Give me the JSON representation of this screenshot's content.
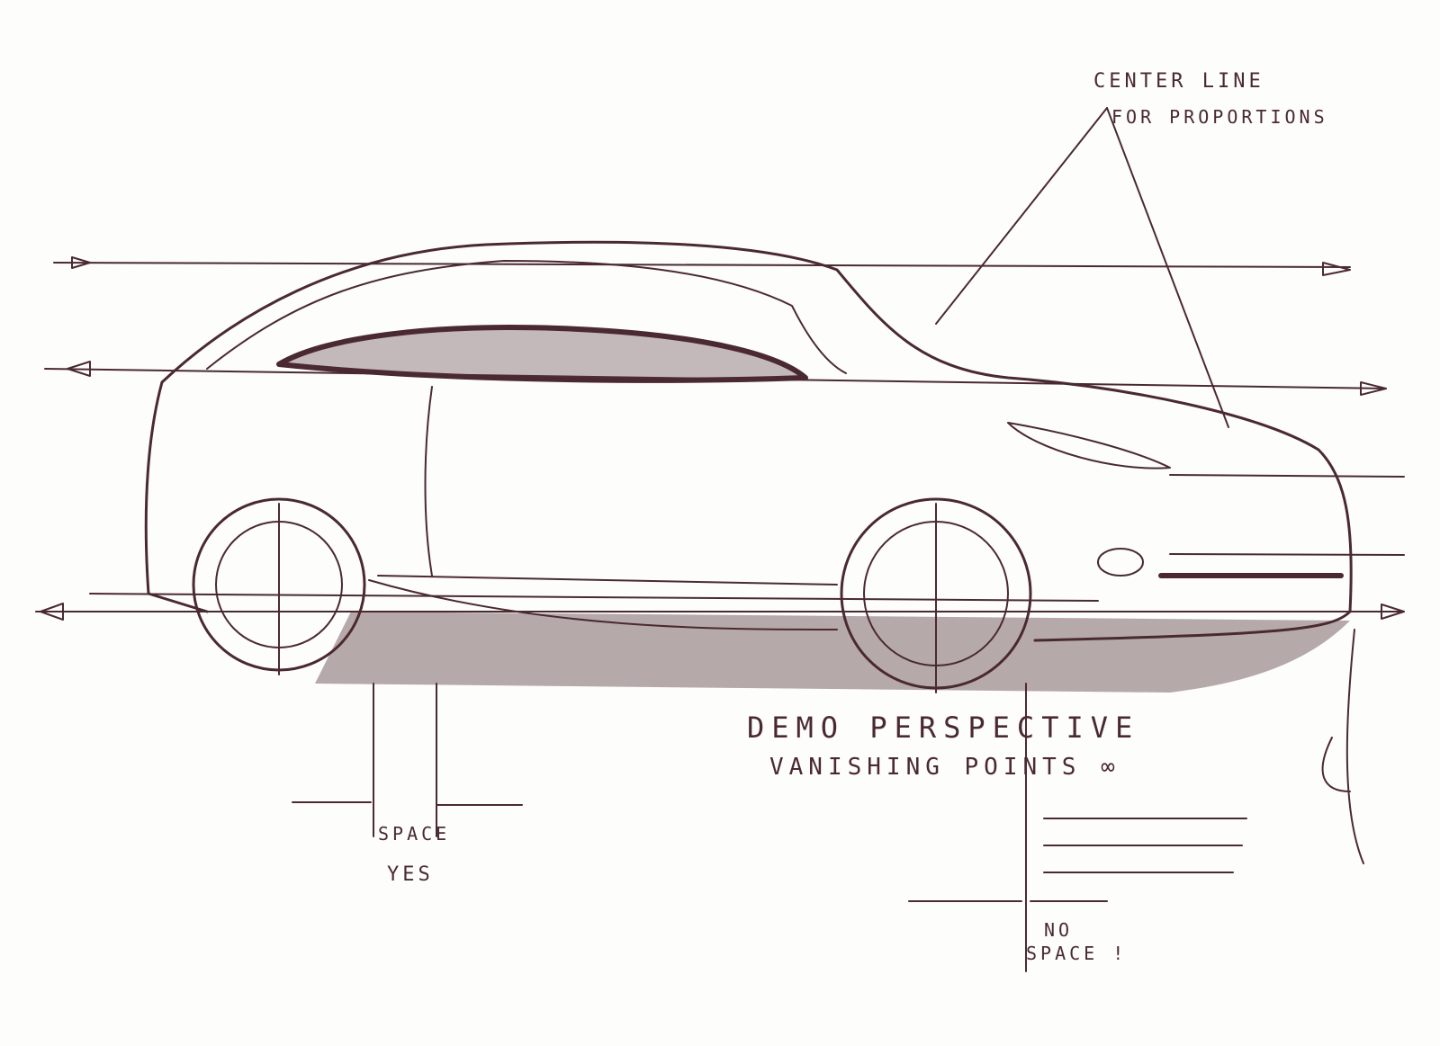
{
  "annotations": {
    "center_line_1": "CENTER LINE",
    "center_line_2": "FOR PROPORTIONS",
    "perspective": "DEMO PERSPECTIVE",
    "vanishing": "VANISHING POINTS ∞",
    "space_yes_1": "SPACE",
    "space_yes_2": "YES",
    "no_space_1": "NO",
    "no_space_2": "SPACE !"
  },
  "colors": {
    "ink": "#4a2a30",
    "paper": "#fdfdfc"
  }
}
